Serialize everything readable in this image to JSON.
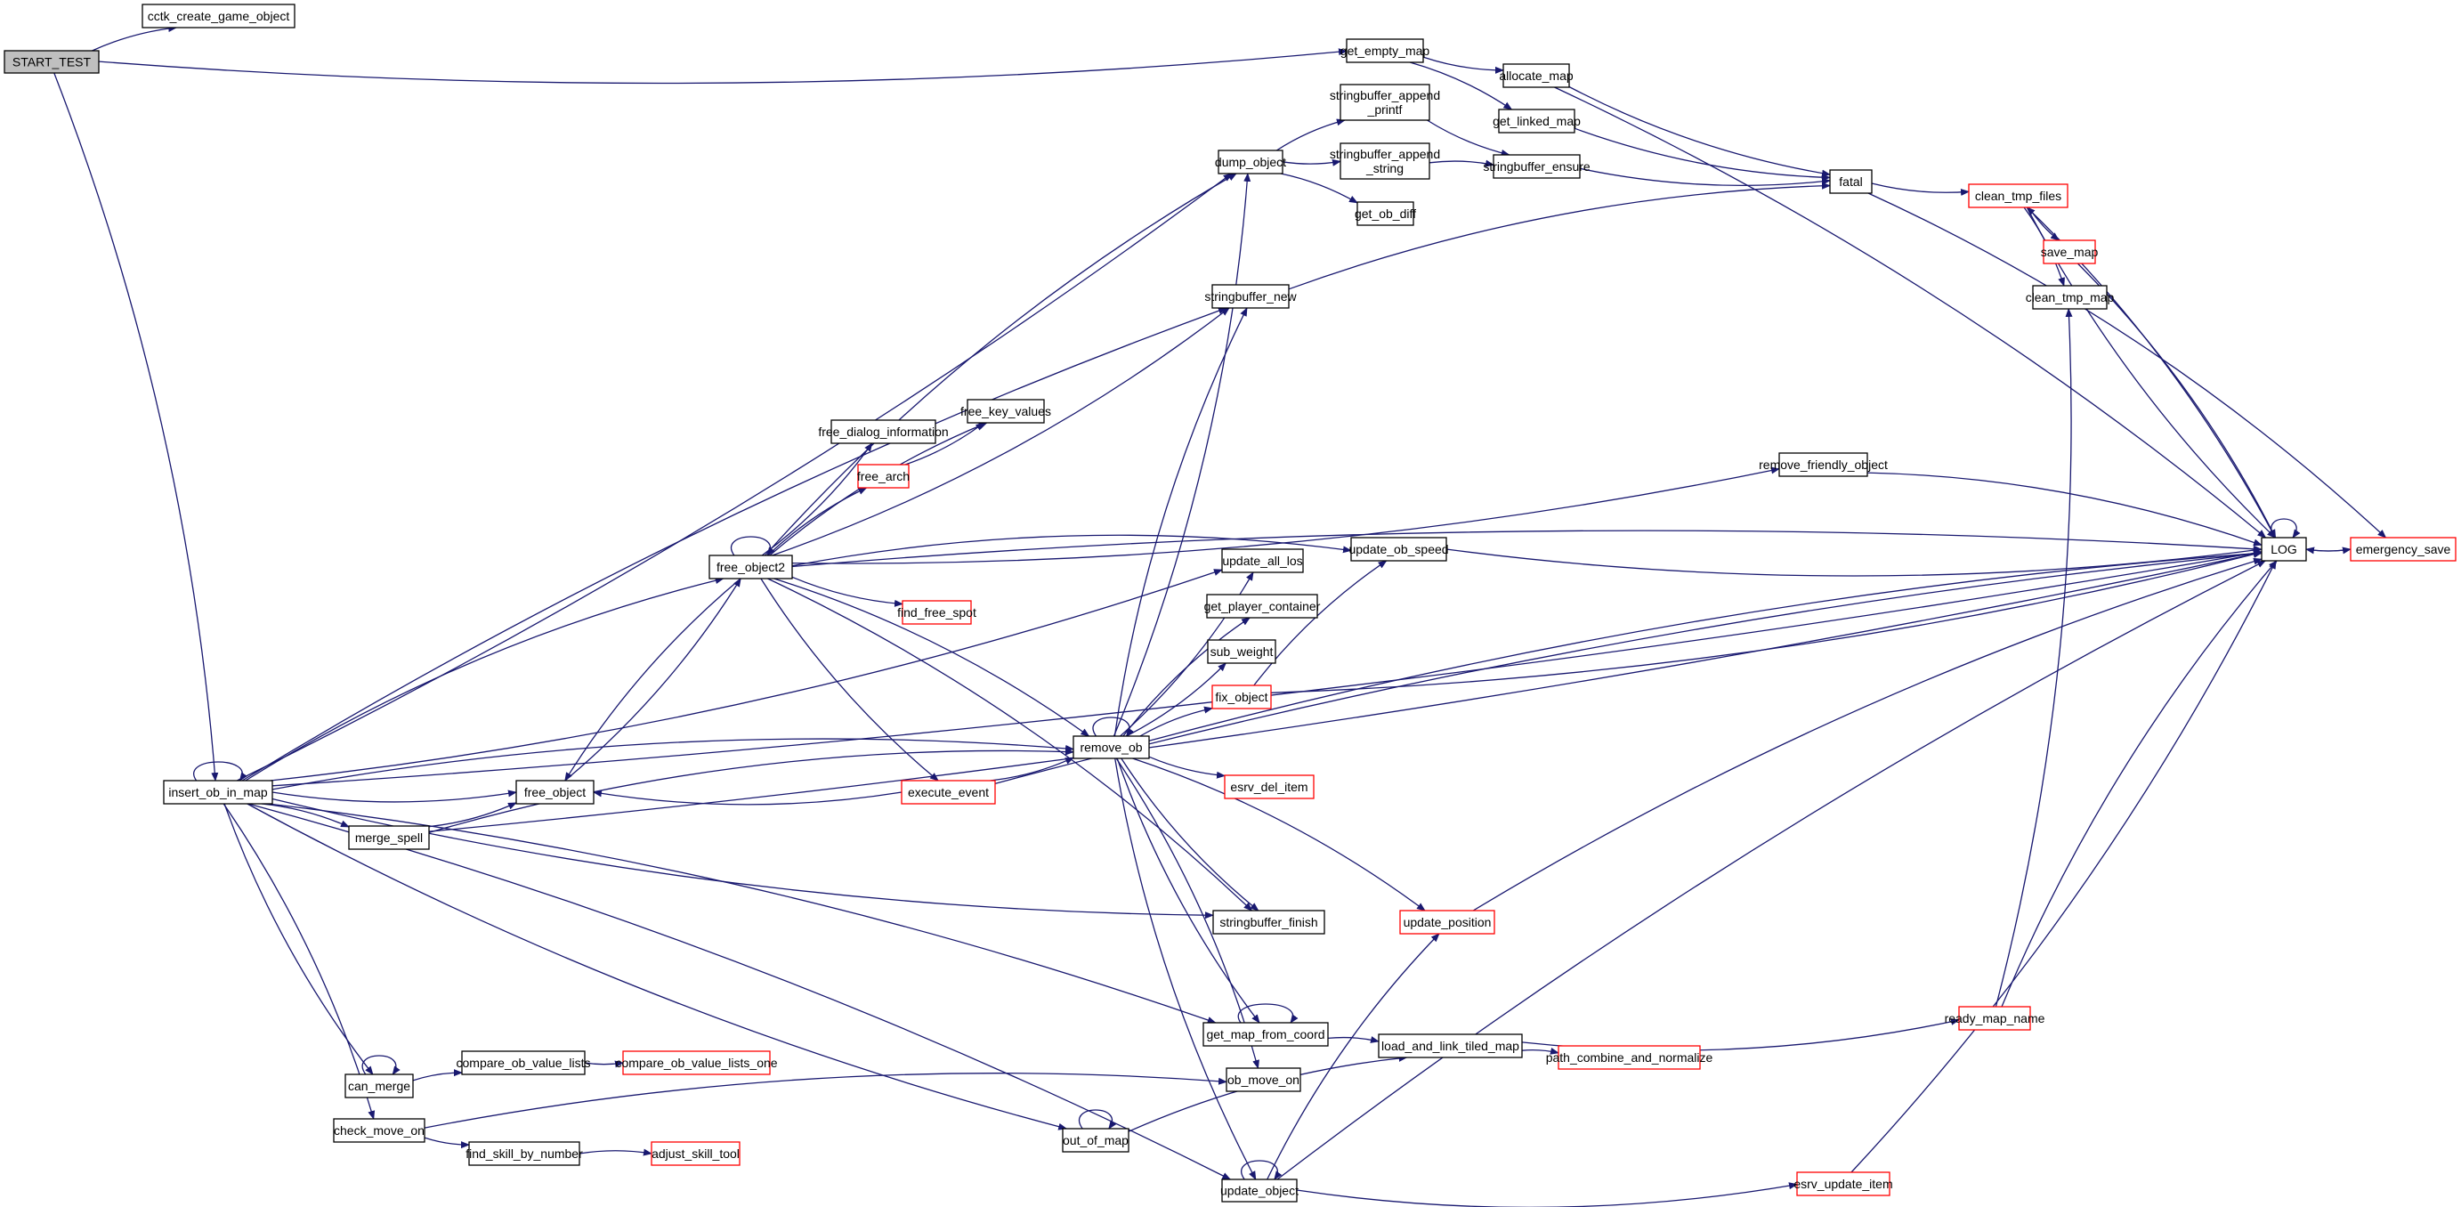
{
  "diagram": {
    "type": "call-graph",
    "colors": {
      "edge": "#191970",
      "node_border": "#000000",
      "node_border_truncated": "#ff0000",
      "root_fill": "#bfbfbf",
      "node_fill": "#ffffff"
    },
    "nodes": [
      {
        "id": "START_TEST",
        "label": "START_TEST",
        "kind": "root"
      },
      {
        "id": "cctk_create_game_object",
        "label": "cctk_create_game_object",
        "kind": "normal"
      },
      {
        "id": "get_empty_map",
        "label": "get_empty_map",
        "kind": "normal"
      },
      {
        "id": "allocate_map",
        "label": "allocate_map",
        "kind": "normal"
      },
      {
        "id": "get_linked_map",
        "label": "get_linked_map",
        "kind": "normal"
      },
      {
        "id": "stringbuffer_append_printf",
        "label": "stringbuffer_append\n_printf",
        "kind": "normal"
      },
      {
        "id": "stringbuffer_append_string",
        "label": "stringbuffer_append\n_string",
        "kind": "normal"
      },
      {
        "id": "stringbuffer_ensure",
        "label": "stringbuffer_ensure",
        "kind": "normal"
      },
      {
        "id": "dump_object",
        "label": "dump_object",
        "kind": "normal"
      },
      {
        "id": "get_ob_diff",
        "label": "get_ob_diff",
        "kind": "normal"
      },
      {
        "id": "fatal",
        "label": "fatal",
        "kind": "normal"
      },
      {
        "id": "clean_tmp_files",
        "label": "clean_tmp_files",
        "kind": "truncated"
      },
      {
        "id": "save_map",
        "label": "save_map",
        "kind": "truncated"
      },
      {
        "id": "clean_tmp_map",
        "label": "clean_tmp_map",
        "kind": "normal"
      },
      {
        "id": "stringbuffer_new",
        "label": "stringbuffer_new",
        "kind": "normal"
      },
      {
        "id": "free_key_values",
        "label": "free_key_values",
        "kind": "normal"
      },
      {
        "id": "free_dialog_information",
        "label": "free_dialog_information",
        "kind": "normal"
      },
      {
        "id": "free_arch",
        "label": "free_arch",
        "kind": "truncated"
      },
      {
        "id": "remove_friendly_object",
        "label": "remove_friendly_object",
        "kind": "normal"
      },
      {
        "id": "free_object2",
        "label": "free_object2",
        "kind": "normal"
      },
      {
        "id": "update_ob_speed",
        "label": "update_ob_speed",
        "kind": "normal"
      },
      {
        "id": "LOG",
        "label": "LOG",
        "kind": "normal"
      },
      {
        "id": "emergency_save",
        "label": "emergency_save",
        "kind": "truncated"
      },
      {
        "id": "update_all_los",
        "label": "update_all_los",
        "kind": "normal"
      },
      {
        "id": "find_free_spot",
        "label": "find_free_spot",
        "kind": "truncated"
      },
      {
        "id": "get_player_container",
        "label": "get_player_container",
        "kind": "normal"
      },
      {
        "id": "sub_weight",
        "label": "sub_weight",
        "kind": "normal"
      },
      {
        "id": "fix_object",
        "label": "fix_object",
        "kind": "truncated"
      },
      {
        "id": "remove_ob",
        "label": "remove_ob",
        "kind": "normal"
      },
      {
        "id": "esrv_del_item",
        "label": "esrv_del_item",
        "kind": "truncated"
      },
      {
        "id": "insert_ob_in_map",
        "label": "insert_ob_in_map",
        "kind": "normal"
      },
      {
        "id": "free_object",
        "label": "free_object",
        "kind": "normal"
      },
      {
        "id": "execute_event",
        "label": "execute_event",
        "kind": "truncated"
      },
      {
        "id": "merge_spell",
        "label": "merge_spell",
        "kind": "normal"
      },
      {
        "id": "stringbuffer_finish",
        "label": "stringbuffer_finish",
        "kind": "normal"
      },
      {
        "id": "update_position",
        "label": "update_position",
        "kind": "truncated"
      },
      {
        "id": "get_map_from_coord",
        "label": "get_map_from_coord",
        "kind": "normal"
      },
      {
        "id": "load_and_link_tiled_map",
        "label": "load_and_link_tiled_map",
        "kind": "normal"
      },
      {
        "id": "ready_map_name",
        "label": "ready_map_name",
        "kind": "truncated"
      },
      {
        "id": "path_combine_and_normalize",
        "label": "path_combine_and_normalize",
        "kind": "truncated"
      },
      {
        "id": "can_merge",
        "label": "can_merge",
        "kind": "normal"
      },
      {
        "id": "compare_ob_value_lists",
        "label": "compare_ob_value_lists",
        "kind": "normal"
      },
      {
        "id": "compare_ob_value_lists_one",
        "label": "compare_ob_value_lists_one",
        "kind": "truncated"
      },
      {
        "id": "ob_move_on",
        "label": "ob_move_on",
        "kind": "normal"
      },
      {
        "id": "check_move_on",
        "label": "check_move_on",
        "kind": "normal"
      },
      {
        "id": "out_of_map",
        "label": "out_of_map",
        "kind": "normal"
      },
      {
        "id": "find_skill_by_number",
        "label": "find_skill_by_number",
        "kind": "normal"
      },
      {
        "id": "adjust_skill_tool",
        "label": "adjust_skill_tool",
        "kind": "truncated"
      },
      {
        "id": "update_object",
        "label": "update_object",
        "kind": "normal"
      },
      {
        "id": "esrv_update_item",
        "label": "esrv_update_item",
        "kind": "truncated"
      }
    ],
    "edges": [
      [
        "START_TEST",
        "cctk_create_game_object"
      ],
      [
        "START_TEST",
        "get_empty_map"
      ],
      [
        "START_TEST",
        "insert_ob_in_map"
      ],
      [
        "get_empty_map",
        "allocate_map"
      ],
      [
        "get_empty_map",
        "get_linked_map"
      ],
      [
        "allocate_map",
        "fatal"
      ],
      [
        "allocate_map",
        "LOG"
      ],
      [
        "get_linked_map",
        "fatal"
      ],
      [
        "dump_object",
        "stringbuffer_append_printf"
      ],
      [
        "dump_object",
        "stringbuffer_append_string"
      ],
      [
        "dump_object",
        "get_ob_diff"
      ],
      [
        "stringbuffer_append_printf",
        "stringbuffer_ensure"
      ],
      [
        "stringbuffer_append_string",
        "stringbuffer_ensure"
      ],
      [
        "stringbuffer_ensure",
        "fatal"
      ],
      [
        "stringbuffer_new",
        "fatal"
      ],
      [
        "fatal",
        "clean_tmp_files"
      ],
      [
        "fatal",
        "emergency_save"
      ],
      [
        "clean_tmp_files",
        "save_map"
      ],
      [
        "clean_tmp_files",
        "clean_tmp_map"
      ],
      [
        "clean_tmp_files",
        "LOG"
      ],
      [
        "save_map",
        "LOG"
      ],
      [
        "LOG",
        "clean_tmp_files"
      ],
      [
        "LOG",
        "LOG"
      ],
      [
        "LOG",
        "emergency_save"
      ],
      [
        "emergency_save",
        "LOG"
      ],
      [
        "free_object2",
        "free_object2"
      ],
      [
        "free_object2",
        "dump_object"
      ],
      [
        "free_object2",
        "stringbuffer_new"
      ],
      [
        "free_object2",
        "free_key_values"
      ],
      [
        "free_object2",
        "free_dialog_information"
      ],
      [
        "free_object2",
        "free_arch"
      ],
      [
        "free_object2",
        "remove_friendly_object"
      ],
      [
        "free_object2",
        "update_ob_speed"
      ],
      [
        "free_object2",
        "find_free_spot"
      ],
      [
        "free_object2",
        "remove_ob"
      ],
      [
        "free_object2",
        "execute_event"
      ],
      [
        "free_object2",
        "stringbuffer_finish"
      ],
      [
        "free_object2",
        "free_object"
      ],
      [
        "free_object2",
        "LOG"
      ],
      [
        "free_arch",
        "free_key_values"
      ],
      [
        "remove_friendly_object",
        "LOG"
      ],
      [
        "update_ob_speed",
        "LOG"
      ],
      [
        "remove_ob",
        "remove_ob"
      ],
      [
        "remove_ob",
        "dump_object"
      ],
      [
        "remove_ob",
        "stringbuffer_new"
      ],
      [
        "remove_ob",
        "update_all_los"
      ],
      [
        "remove_ob",
        "get_player_container"
      ],
      [
        "remove_ob",
        "sub_weight"
      ],
      [
        "remove_ob",
        "fix_object"
      ],
      [
        "remove_ob",
        "esrv_del_item"
      ],
      [
        "remove_ob",
        "LOG"
      ],
      [
        "remove_ob",
        "stringbuffer_finish"
      ],
      [
        "remove_ob",
        "update_position"
      ],
      [
        "remove_ob",
        "get_map_from_coord"
      ],
      [
        "remove_ob",
        "ob_move_on"
      ],
      [
        "remove_ob",
        "update_object"
      ],
      [
        "fix_object",
        "update_ob_speed"
      ],
      [
        "fix_object",
        "LOG"
      ],
      [
        "insert_ob_in_map",
        "insert_ob_in_map"
      ],
      [
        "insert_ob_in_map",
        "dump_object"
      ],
      [
        "insert_ob_in_map",
        "stringbuffer_new"
      ],
      [
        "insert_ob_in_map",
        "LOG"
      ],
      [
        "insert_ob_in_map",
        "free_object2"
      ],
      [
        "insert_ob_in_map",
        "update_all_los"
      ],
      [
        "insert_ob_in_map",
        "remove_ob"
      ],
      [
        "insert_ob_in_map",
        "free_object"
      ],
      [
        "insert_ob_in_map",
        "merge_spell"
      ],
      [
        "insert_ob_in_map",
        "stringbuffer_finish"
      ],
      [
        "insert_ob_in_map",
        "get_map_from_coord"
      ],
      [
        "insert_ob_in_map",
        "can_merge"
      ],
      [
        "insert_ob_in_map",
        "check_move_on"
      ],
      [
        "insert_ob_in_map",
        "out_of_map"
      ],
      [
        "insert_ob_in_map",
        "update_object"
      ],
      [
        "free_object",
        "free_object2"
      ],
      [
        "execute_event",
        "free_object"
      ],
      [
        "execute_event",
        "remove_ob"
      ],
      [
        "execute_event",
        "LOG"
      ],
      [
        "merge_spell",
        "free_object"
      ],
      [
        "merge_spell",
        "remove_ob"
      ],
      [
        "merge_spell",
        "LOG"
      ],
      [
        "update_position",
        "LOG"
      ],
      [
        "get_map_from_coord",
        "get_map_from_coord"
      ],
      [
        "get_map_from_coord",
        "load_and_link_tiled_map"
      ],
      [
        "load_and_link_tiled_map",
        "ready_map_name"
      ],
      [
        "load_and_link_tiled_map",
        "path_combine_and_normalize"
      ],
      [
        "ready_map_name",
        "clean_tmp_map"
      ],
      [
        "ready_map_name",
        "LOG"
      ],
      [
        "can_merge",
        "can_merge"
      ],
      [
        "can_merge",
        "compare_ob_value_lists"
      ],
      [
        "compare_ob_value_lists",
        "compare_ob_value_lists_one"
      ],
      [
        "check_move_on",
        "ob_move_on"
      ],
      [
        "check_move_on",
        "find_skill_by_number"
      ],
      [
        "find_skill_by_number",
        "adjust_skill_tool"
      ],
      [
        "out_of_map",
        "out_of_map"
      ],
      [
        "out_of_map",
        "load_and_link_tiled_map"
      ],
      [
        "update_object",
        "update_object"
      ],
      [
        "update_object",
        "update_position"
      ],
      [
        "update_object",
        "esrv_update_item"
      ],
      [
        "update_object",
        "LOG"
      ],
      [
        "esrv_update_item",
        "LOG"
      ]
    ]
  }
}
